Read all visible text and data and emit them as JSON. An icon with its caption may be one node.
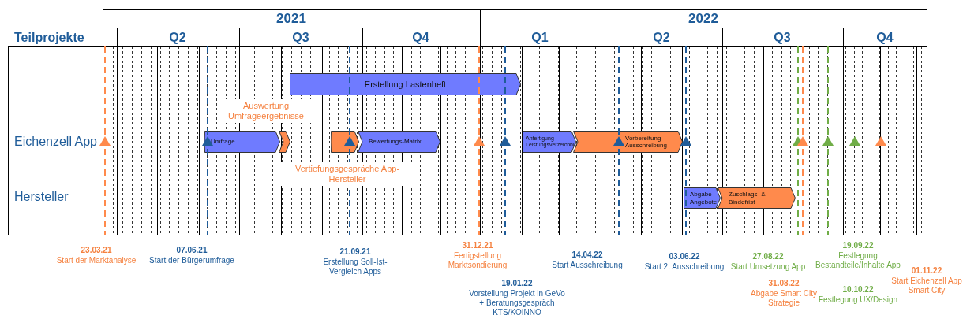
{
  "diagram": {
    "nodes": [
      {
        "text": [
          "Erstellung Lastenheft"
        ]
      },
      {
        "text": [
          "Umfrage"
        ]
      },
      {
        "text": [],
        "shape": "bar"
      },
      {
        "text": [],
        "shape": "bar"
      },
      {
        "text": [
          "Bewertungs-Matrix"
        ]
      },
      {
        "text": [
          "Anfertigung Leistungsverzeichnis"
        ]
      },
      {
        "text": [
          "Vorbereitung Ausschreibung"
        ]
      },
      {
        "text": [
          "Abgabe Angebote"
        ]
      },
      {
        "text": [
          "Zuschlags- & Bindefrist"
        ]
      }
    ],
    "labels": [
      "2021",
      "2022",
      "Teilprojekte",
      "Q2",
      "Q3",
      "Q4",
      "Q1",
      "Q2",
      "Q3",
      "Q4",
      "Eichenzell App",
      "Hersteller",
      "Auswertung Umfrageergebnisse",
      "Vertiefungsgespräche App-Hersteller",
      "23.03.21",
      "Start der Marktanalyse",
      "07.06.21",
      "Start der Bürgerumfrage",
      "21.09.21",
      "Erstellung Soll-Ist-Vergleich Apps",
      "31.12.21",
      "Fertigstellung Marktsondierung",
      "19.01.22",
      "Vorstellung Projekt in GeVo + Beratungsgespräch KTS/KOINNO",
      "14.04.22",
      "Start Ausschreibung",
      "03.06.22",
      "Start 2. Ausschreibung",
      "27.08.22",
      "Start Umsetzung App",
      "31.08.22",
      "Abgabe Smart City Strategie",
      "19.09.22",
      "Festlegung Bestandteile/Inhalte App",
      "10.10.22",
      "Festlegung UX/Design",
      "01.11.22",
      "Start Eichenzell App Smart City"
    ]
  }
}
